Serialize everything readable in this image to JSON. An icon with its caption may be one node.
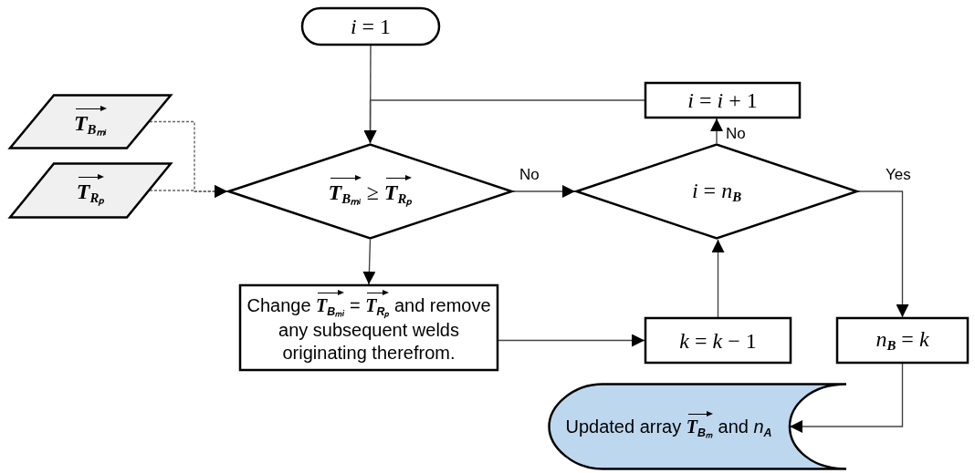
{
  "diagram": {
    "nodes": [
      {
        "text": [
          "*i* = 1"
        ]
      },
      {
        "text": [
          "**T**$_{Bₘᵢ}$"
        ]
      },
      {
        "text": [
          "**T**$_{Rₚ}$"
        ]
      },
      {
        "text": [
          "**T**$_{Bₘᵢ}$ ≥ **T**$_{Rₚ}$"
        ]
      },
      {
        "text": [
          "*i* = *i* + 1"
        ]
      },
      {
        "text": [
          "*i* = *n*$_{B}$"
        ]
      },
      {
        "text": [
          "Change **T**$_{Bₘᵢ}$ = **T**$_{Rₚ}$ and remove any subsequent welds originating therefrom."
        ]
      },
      {
        "text": [
          "*k* = *k* − 1"
        ]
      },
      {
        "text": [
          "*n*$_{B}$ = *k*"
        ]
      },
      {
        "text": [
          "Updated array **T**$_{Bₘ}$ and *n*$_{A}$"
        ]
      }
    ],
    "edges": [
      {
        "from": 0,
        "to": 3,
        "arrow": "to"
      },
      {
        "from": 4,
        "to": 3,
        "arrow": "to"
      },
      {
        "from": 1,
        "to": 3,
        "arrow": "to",
        "style": "dashed"
      },
      {
        "from": 2,
        "to": 3,
        "arrow": "to",
        "style": "dashed"
      },
      {
        "from": 3,
        "to": 5,
        "arrow": "to",
        "label": "No"
      },
      {
        "from": 5,
        "to": 4,
        "arrow": "to",
        "label": "No"
      },
      {
        "from": 5,
        "to": 8,
        "arrow": "to",
        "label": "Yes"
      },
      {
        "from": 3,
        "to": 6,
        "arrow": "to"
      },
      {
        "from": 6,
        "to": 7,
        "arrow": "to"
      },
      {
        "from": 7,
        "to": 5,
        "arrow": "to"
      },
      {
        "from": 8,
        "to": 9,
        "arrow": "to"
      }
    ]
  }
}
